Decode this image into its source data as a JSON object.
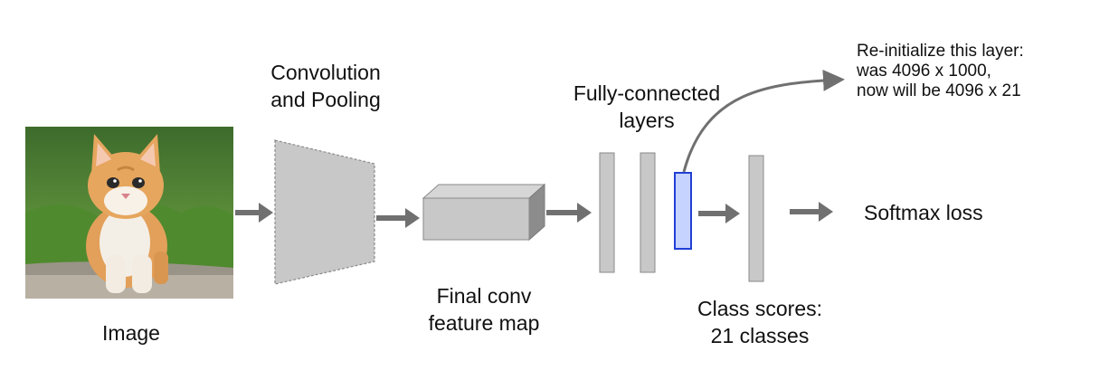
{
  "labels": {
    "image": "Image",
    "conv_pool": [
      "Convolution",
      "and Pooling"
    ],
    "final_conv": [
      "Final conv",
      "feature map"
    ],
    "fc_layers": [
      "Fully-connected",
      "layers"
    ],
    "class_scores": [
      "Class scores:",
      "21 classes"
    ],
    "softmax": "Softmax loss",
    "reinit_note": [
      "Re-initialize this layer:",
      "was 4096 x 1000,",
      "now will be 4096 x 21"
    ]
  },
  "icons": {
    "photo": "kitten-photo"
  },
  "colors": {
    "block_fill": "#c8c8c8",
    "block_stroke": "#8a8a8a",
    "arrow": "#707070",
    "highlight_fill": "#c6d3ff",
    "highlight_stroke": "#1f3fd6"
  }
}
